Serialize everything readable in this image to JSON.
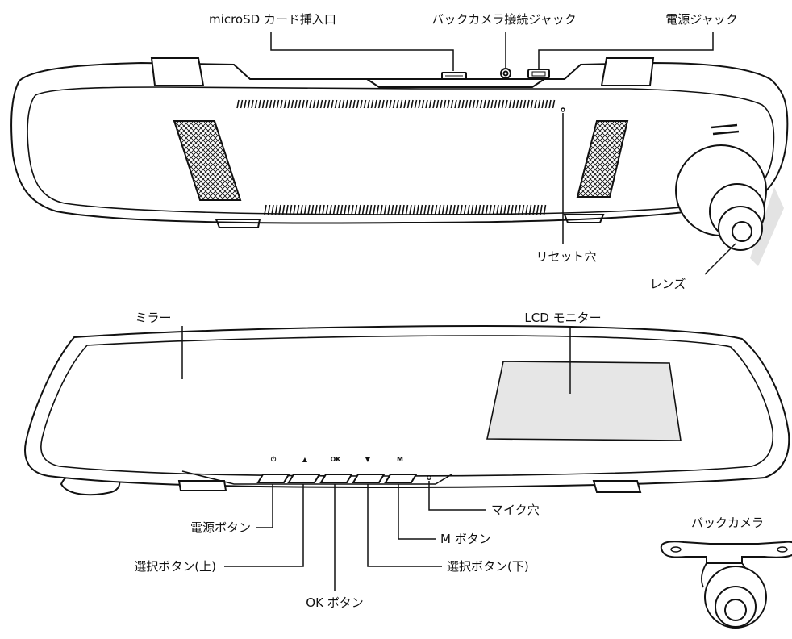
{
  "labels": {
    "sd_slot": "microSD カード挿入口",
    "rear_cam_jack": "バックカメラ接続ジャック",
    "power_jack": "電源ジャック",
    "reset_hole": "リセット穴",
    "lens": "レンズ",
    "mirror": "ミラー",
    "lcd_monitor": "LCD モニター",
    "mic_hole": "マイク穴",
    "power_button": "電源ボタン",
    "select_up_button": "選択ボタン(上)",
    "ok_button": "OK ボタン",
    "select_down_button": "選択ボタン(下)",
    "m_button": "M ボタン",
    "back_camera": "バックカメラ"
  },
  "button_symbols": {
    "power": "⏻",
    "up": "▲",
    "ok": "OK",
    "down": "▼",
    "m": "M"
  },
  "colors": {
    "line": "#111111",
    "body_fill": "#ffffff",
    "screen_fill": "#e6e6e6",
    "watermark": "#e3e3e3"
  }
}
